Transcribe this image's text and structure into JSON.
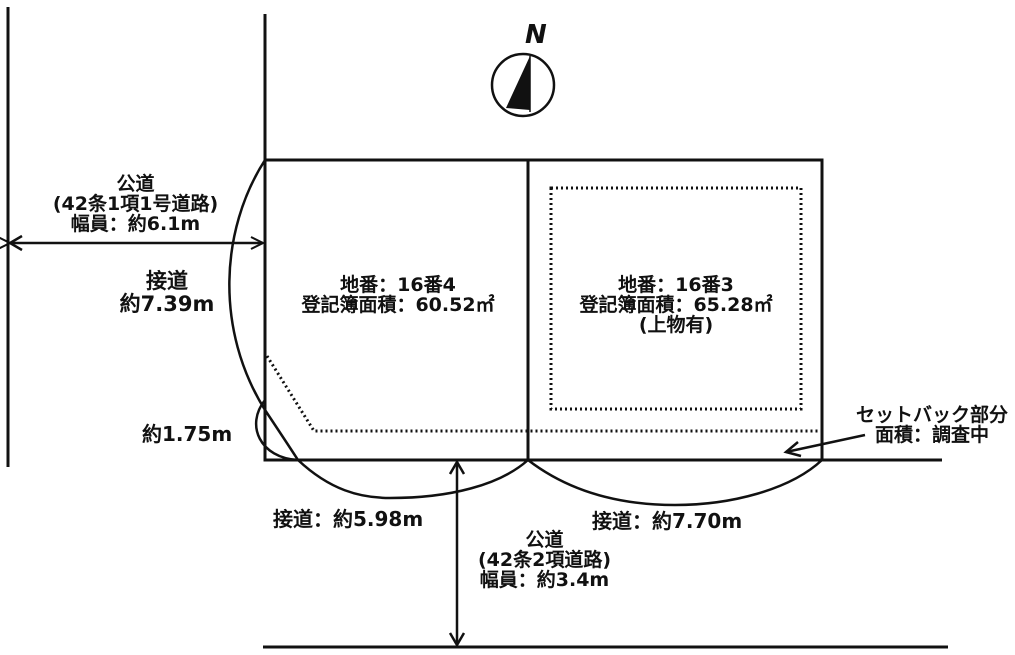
{
  "compass": {
    "label": "N"
  },
  "road_west": {
    "title": "公道",
    "type": "(42条1項1号道路)",
    "width": "幅員：約6.1m"
  },
  "frontage_west": {
    "title": "接道",
    "value": "約7.39m"
  },
  "corner_cut": {
    "value": "約1.75m"
  },
  "lot_left": {
    "lot_number": "地番：16番4",
    "area": "登記簿面積：60.52㎡"
  },
  "lot_right": {
    "lot_number": "地番：16番3",
    "area": "登記簿面積：65.28㎡",
    "note": "(上物有)"
  },
  "setback": {
    "title": "セットバック部分",
    "area": "面積：調査中"
  },
  "frontage_south_left": {
    "value": "接道：約5.98m"
  },
  "frontage_south_right": {
    "value": "接道：約7.70m"
  },
  "road_south": {
    "title": "公道",
    "type": "(42条2項道路)",
    "width": "幅員：約3.4m"
  },
  "colors": {
    "line": "#111111",
    "background": "#ffffff"
  }
}
